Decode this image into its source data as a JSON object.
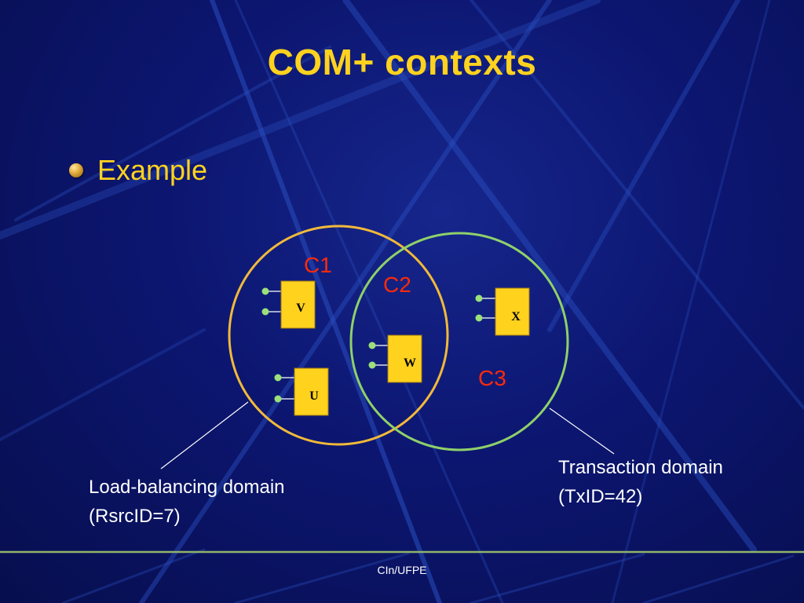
{
  "slide": {
    "title": "COM+ contexts",
    "bullet": "Example",
    "footer": "CIn/UFPE"
  },
  "diagram": {
    "contexts": [
      "C1",
      "C2",
      "C3"
    ],
    "components": [
      "V",
      "U",
      "W",
      "X"
    ],
    "load_balancing_caption": [
      "Load-balancing domain",
      "(RsrcID=7)"
    ],
    "transaction_caption": [
      "Transaction domain",
      "(TxID=42)"
    ]
  },
  "colors": {
    "background": "#0c1670",
    "title": "#ffd21e",
    "context_label": "#ff2a0a",
    "load_balancing_circle": "#f2b93a",
    "transaction_circle": "#8fd06a",
    "component_box": "#ffd21e",
    "interface_dot": "#9be07a"
  }
}
